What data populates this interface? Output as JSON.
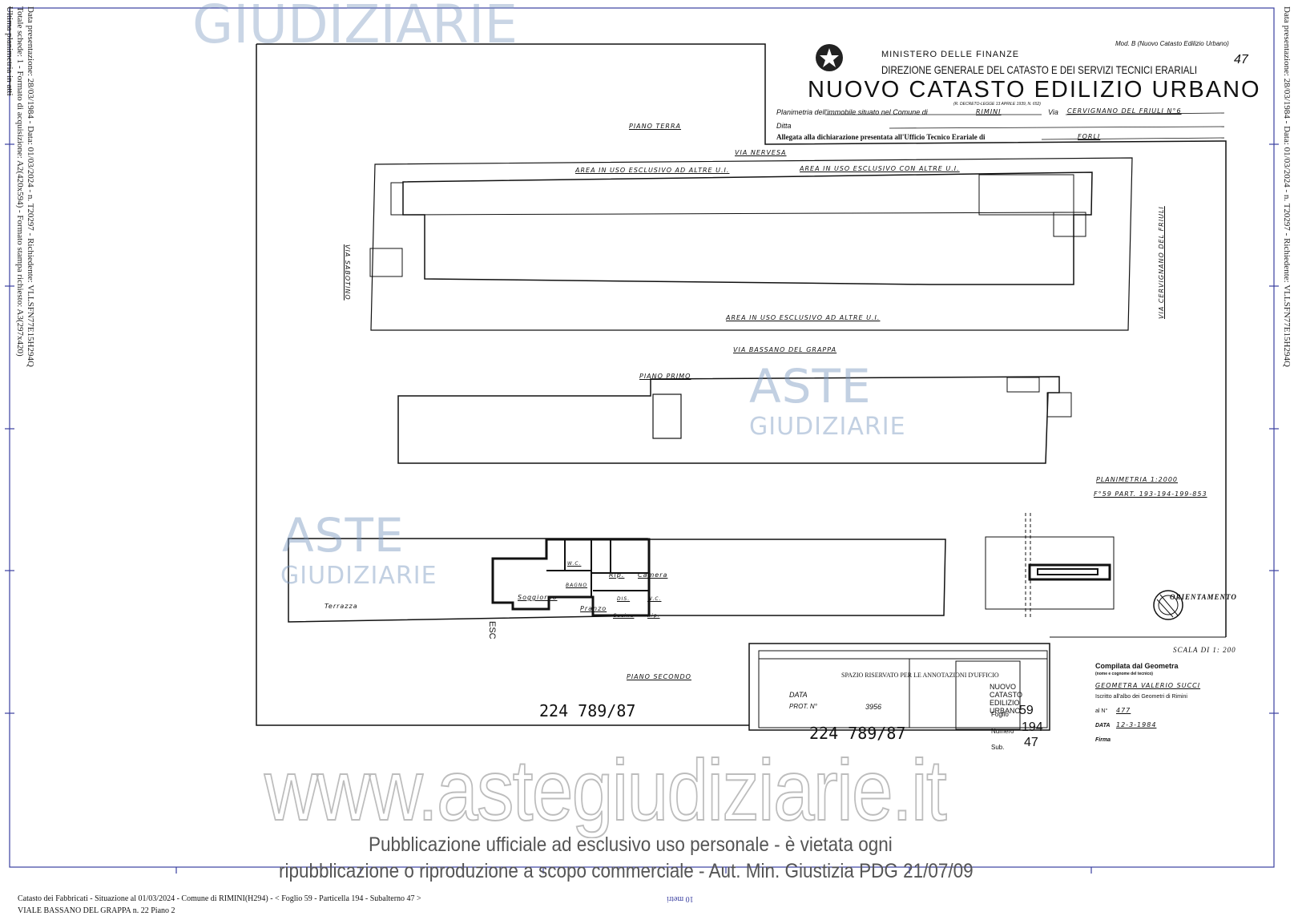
{
  "left_margin": {
    "line1": "Data presentazione: 28/03/1984 - Data: 01/03/2024 - n. T20297 - Richiedente: VLLSFN77E15H294Q",
    "line2": "Totale schede: 1 - Formato di acquisizione: A2(420x594) - Formato stampa richiesto: A3(297x420)",
    "line3": "Ultima planimetria in atti"
  },
  "right_margin": {
    "line1": "Data presentazione: 28/03/1984 - Data: 01/03/2024 - n. T20297 - Richiedente: VLLSFN77E15H294Q"
  },
  "header": {
    "model": "Mod. B (Nuovo Catasto Edilizio Urbano)",
    "ministry": "MINISTERO DELLE FINANZE",
    "direction": "DIREZIONE GENERALE DEL CATASTO E DEI SERVIZI TECNICI ERARIALI",
    "sheet_mark": "47",
    "title": "NUOVO CATASTO EDILIZIO URBANO",
    "decree": "(R. DECRETO-LEGGE 13 APRILE 1939, N. 652)",
    "comune_label": "Planimetria dell'immobile situato nel Comune di",
    "comune_value": "RIMINI",
    "via_label": "Via",
    "via_value": "CERVIGNANO DEL FRIULI N°6",
    "ditta_label": "Ditta",
    "allegata_label": "Allegata alla dichiarazione presentata all'Ufficio Tecnico Erariale di",
    "allegata_value": "FORLI"
  },
  "plan": {
    "ground_floor": "PIANO TERRA",
    "via_nervesa": "VIA NERVESA",
    "area_altre_top": "AREA IN USO ESCLUSIVO AD ALTRE U.I.",
    "area_con_altre": "AREA IN USO ESCLUSIVO CON ALTRE U.I.",
    "via_sabotino": "VIA SABOTINO",
    "via_cervignano": "VIA CERVIGNANO DEL FRIULI",
    "area_altre_bottom": "AREA IN USO ESCLUSIVO AD ALTRE U.I.",
    "via_bassano": "VIA BASSANO DEL GRAPPA",
    "first_floor": "PIANO PRIMO",
    "site_plan": "PLANIMETRIA 1:2000",
    "parcels": "F°59 PART. 193-194-199-853",
    "terrace": "Terrazza",
    "rooms": {
      "soggiorno": "Soggiorno",
      "pranzo": "Pranzo",
      "rip1": "Rip.",
      "camera": "Camera",
      "w_c": "W.C.",
      "bagno": "BAGNO",
      "cucina": "Cucina",
      "rip2": "Rip.",
      "disimpegno": "DIS.",
      "wc2": "W.C."
    },
    "stair_mark": "ESC",
    "second_floor": "PIANO SECONDO",
    "orientation": "ORIENTAMENTO",
    "scale": "SCALA DI 1: 200"
  },
  "office_box": {
    "title": "SPAZIO RISERVATO PER LE ANNOTAZIONI D'UFFICIO",
    "data_label": "DATA",
    "prot_label": "PROT. N°",
    "prot_value": "3956",
    "stamp1": "224 789/87",
    "stamp2": "224 789/87",
    "nceu_label": "NUOVO CATASTO EDILIZIO URBANO",
    "foglio_label": "Foglio",
    "foglio_value": "59",
    "numero_label": "Numero",
    "numero_value": "194",
    "sub_label": "Sub.",
    "sub_value": "47"
  },
  "compiler": {
    "title": "Compilata dal Geometra",
    "subtitle": "(nome e cognome del tecnico)",
    "name": "GEOMETRA VALERIO SUCCI",
    "albo": "Iscritto all'albo dei Geometri di Rimini",
    "num_label": "al N°",
    "num_value": "477",
    "date_label": "DATA",
    "date_value": "12-3-1984",
    "firma_label": "Firma"
  },
  "watermarks": {
    "top": "GIUDIZIARIE",
    "aste": "ASTE",
    "giudiziarie": "GIUDIZIARIE",
    "url": "www.astegiudiziarie.it",
    "notice1": "Pubblicazione ufficiale ad esclusivo uso personale - è vietata ogni",
    "notice2": "ripubblicazione o riproduzione a scopo commerciale - Aut. Min. Giustizia PDG 21/07/09"
  },
  "footer": {
    "line1": "Catasto dei Fabbricati - Situazione al 01/03/2024 - Comune di RIMINI(H294) - < Foglio 59 - Particella 194 - Subalterno 47 >",
    "line2": "VIALE BASSANO DEL GRAPPA n. 22 Piano 2",
    "scale_bar": "10 metri"
  },
  "colors": {
    "frame": "#3a3fa0",
    "ink": "#111111",
    "watermark": "#9aa9c4"
  }
}
